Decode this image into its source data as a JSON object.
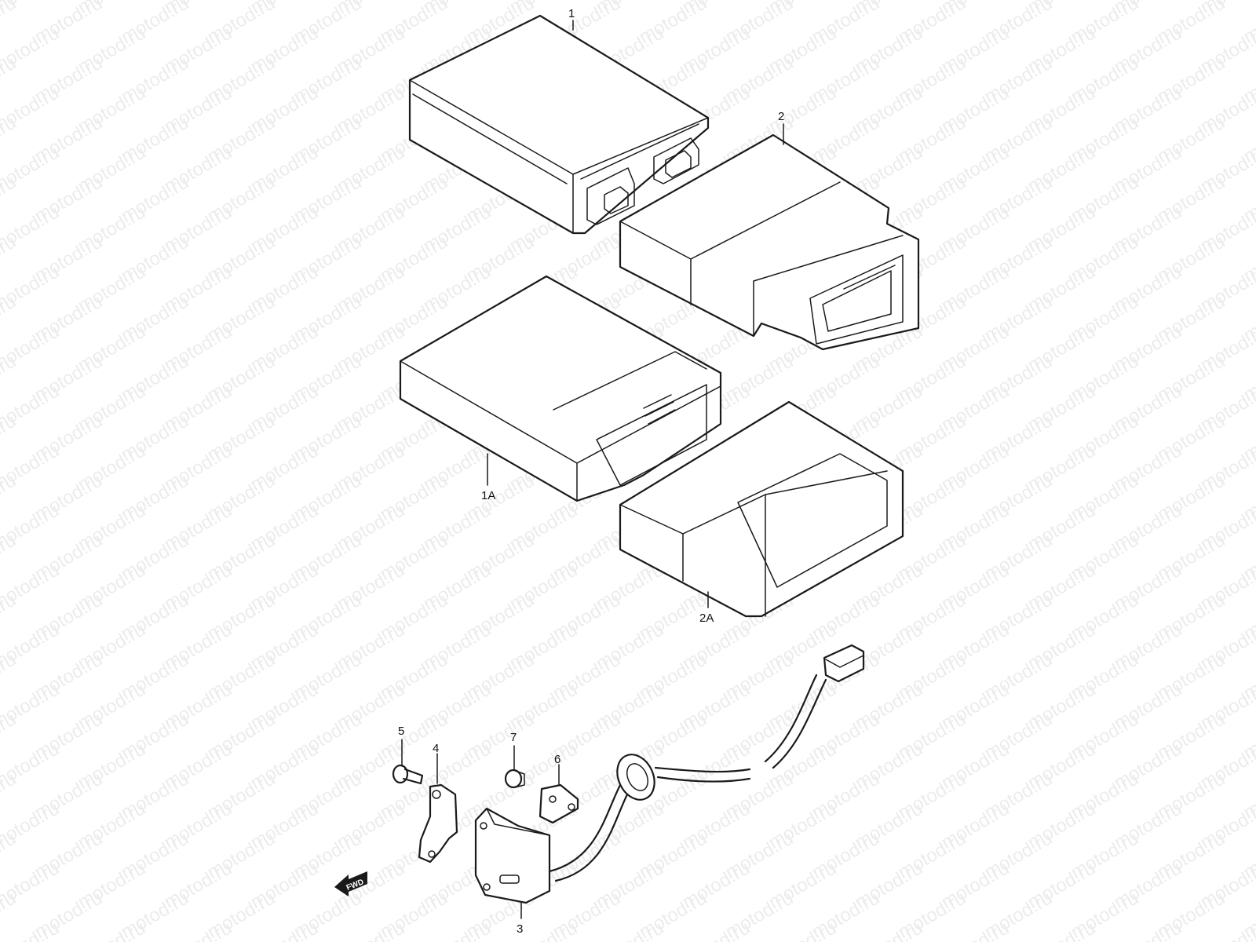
{
  "watermark": "motod.ru",
  "callouts": [
    {
      "id": "part-1",
      "label": "1"
    },
    {
      "id": "part-2",
      "label": "2"
    },
    {
      "id": "part-1a",
      "label": "1A"
    },
    {
      "id": "part-2a",
      "label": "2A"
    },
    {
      "id": "part-3",
      "label": "3"
    },
    {
      "id": "part-4",
      "label": "4"
    },
    {
      "id": "part-5",
      "label": "5"
    },
    {
      "id": "part-6",
      "label": "6"
    },
    {
      "id": "part-7",
      "label": "7"
    }
  ],
  "fwd_arrow": {
    "label": "FWD"
  },
  "colors": {
    "line": "#1a1a1a",
    "watermark": "#ececec",
    "background": "#ffffff"
  }
}
